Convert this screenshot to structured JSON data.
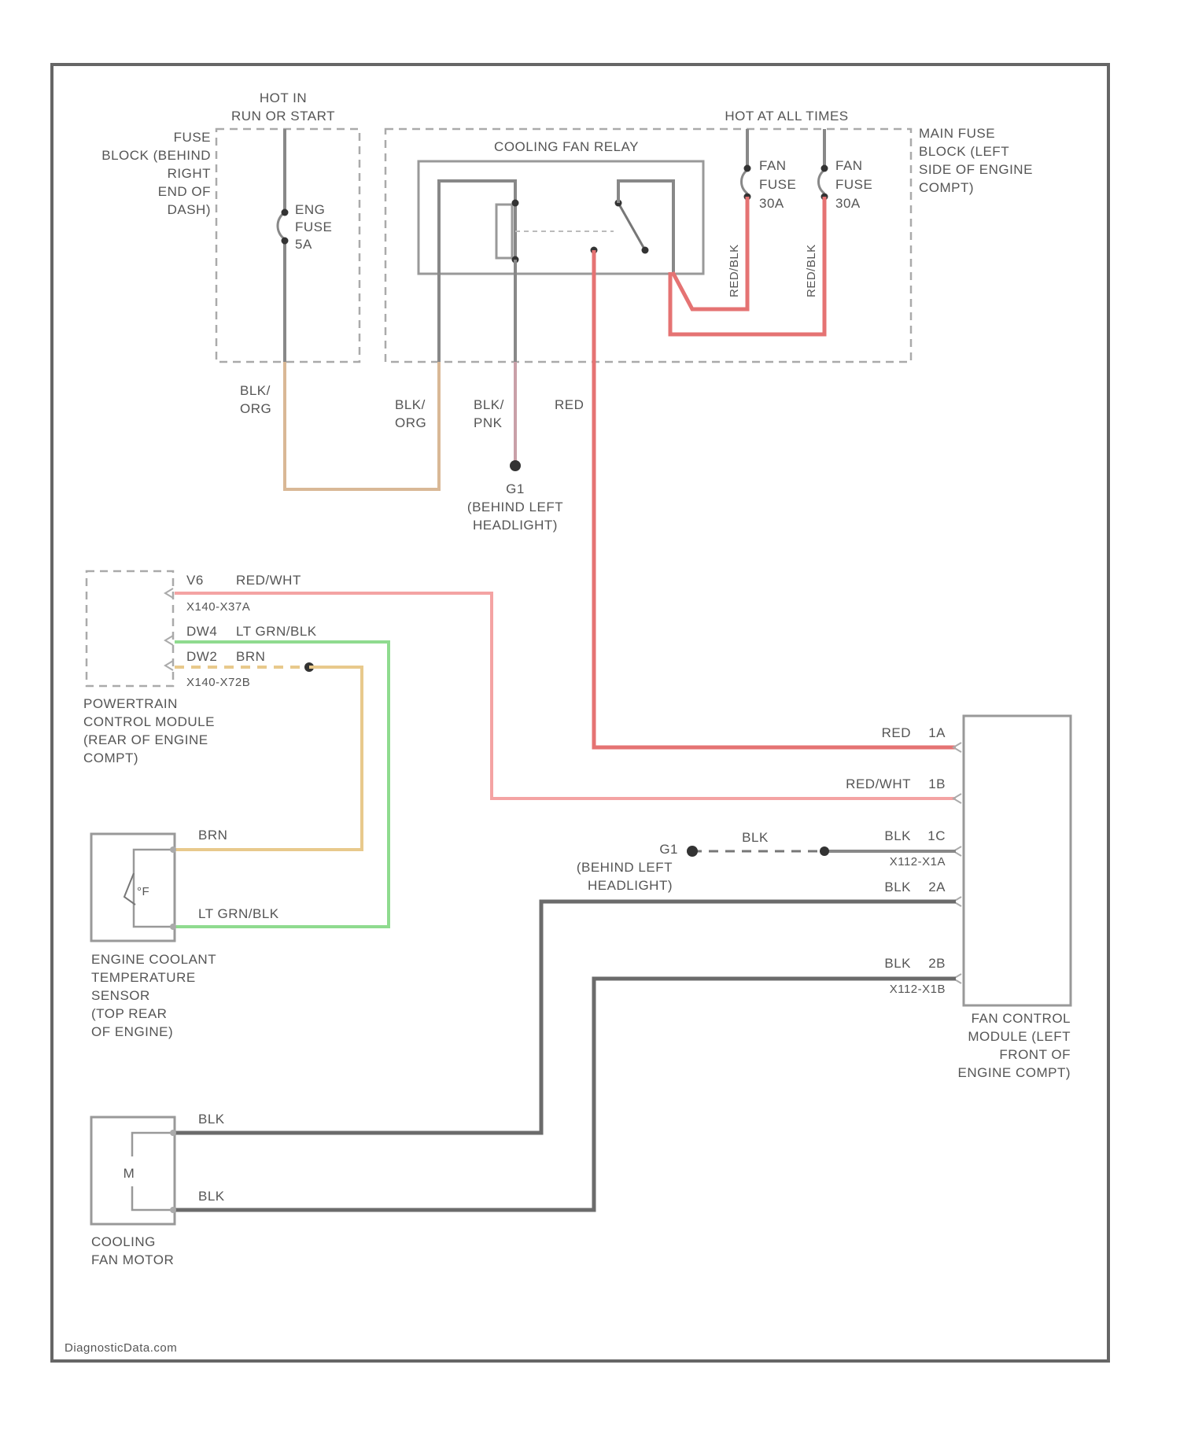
{
  "diagram": {
    "footer": "DiagnosticData.com",
    "fuse_block_cab": {
      "hot_label_1": "HOT IN",
      "hot_label_2": "RUN OR START",
      "label": [
        "FUSE",
        "BLOCK (BEHIND",
        "RIGHT",
        "END OF",
        "DASH)"
      ],
      "fuse": [
        "ENG",
        "FUSE",
        "5A"
      ]
    },
    "main_fuse_block": {
      "hot_label": "HOT AT ALL TIMES",
      "label": [
        "MAIN FUSE",
        "BLOCK (LEFT",
        "SIDE OF ENGINE",
        "COMPT)"
      ],
      "relay_label": "COOLING FAN RELAY",
      "fuse_a": [
        "FAN",
        "FUSE",
        "30A"
      ],
      "fuse_b": [
        "FAN",
        "FUSE",
        "30A"
      ],
      "wire_a": "RED/BLK",
      "wire_b": "RED/BLK"
    },
    "upper_wires": {
      "w1": [
        "BLK/",
        "ORG"
      ],
      "w2": [
        "BLK/",
        "ORG"
      ],
      "w3": [
        "BLK/",
        "PNK"
      ],
      "w4": "RED",
      "ground": [
        "G1",
        "(BEHIND LEFT",
        "HEADLIGHT)"
      ]
    },
    "pcm": {
      "label": [
        "POWERTRAIN",
        "CONTROL MODULE",
        "(REAR OF ENGINE",
        "COMPT)"
      ],
      "pins": [
        {
          "pin": "V6",
          "wire": "RED/WHT",
          "conn": "X140-X37A"
        },
        {
          "pin": "DW4",
          "wire": "LT GRN/BLK",
          "conn": ""
        },
        {
          "pin": "DW2",
          "wire": "BRN",
          "conn": "X140-X72B"
        }
      ]
    },
    "ect": {
      "label": [
        "ENGINE COOLANT",
        "TEMPERATURE",
        "SENSOR",
        "(TOP REAR",
        "OF ENGINE)"
      ],
      "wire_top": "BRN",
      "wire_bottom": "LT GRN/BLK"
    },
    "fcm": {
      "label": [
        "FAN CONTROL",
        "MODULE (LEFT",
        "FRONT OF",
        "ENGINE COMPT)"
      ],
      "pins": [
        {
          "pin": "1A",
          "wire": "RED",
          "conn": ""
        },
        {
          "pin": "1B",
          "wire": "RED/WHT",
          "conn": ""
        },
        {
          "pin": "1C",
          "wire": "BLK",
          "conn": "X112-X1A"
        },
        {
          "pin": "2A",
          "wire": "BLK",
          "conn": ""
        },
        {
          "pin": "2B",
          "wire": "BLK",
          "conn": "X112-X1B"
        }
      ],
      "ground_wire": "BLK",
      "ground": [
        "G1",
        "(BEHIND LEFT",
        "HEADLIGHT)"
      ]
    },
    "motor": {
      "symbol": "M",
      "label": [
        "COOLING",
        "FAN MOTOR"
      ],
      "wire_top": "BLK",
      "wire_bottom": "BLK"
    },
    "ect_symbol": "°F",
    "colors": {
      "red": "#e57373",
      "pink": "#f4a3a3",
      "green": "#8fdb8f",
      "tan": "#e8c98c",
      "dark": "#6b6b6b"
    }
  }
}
